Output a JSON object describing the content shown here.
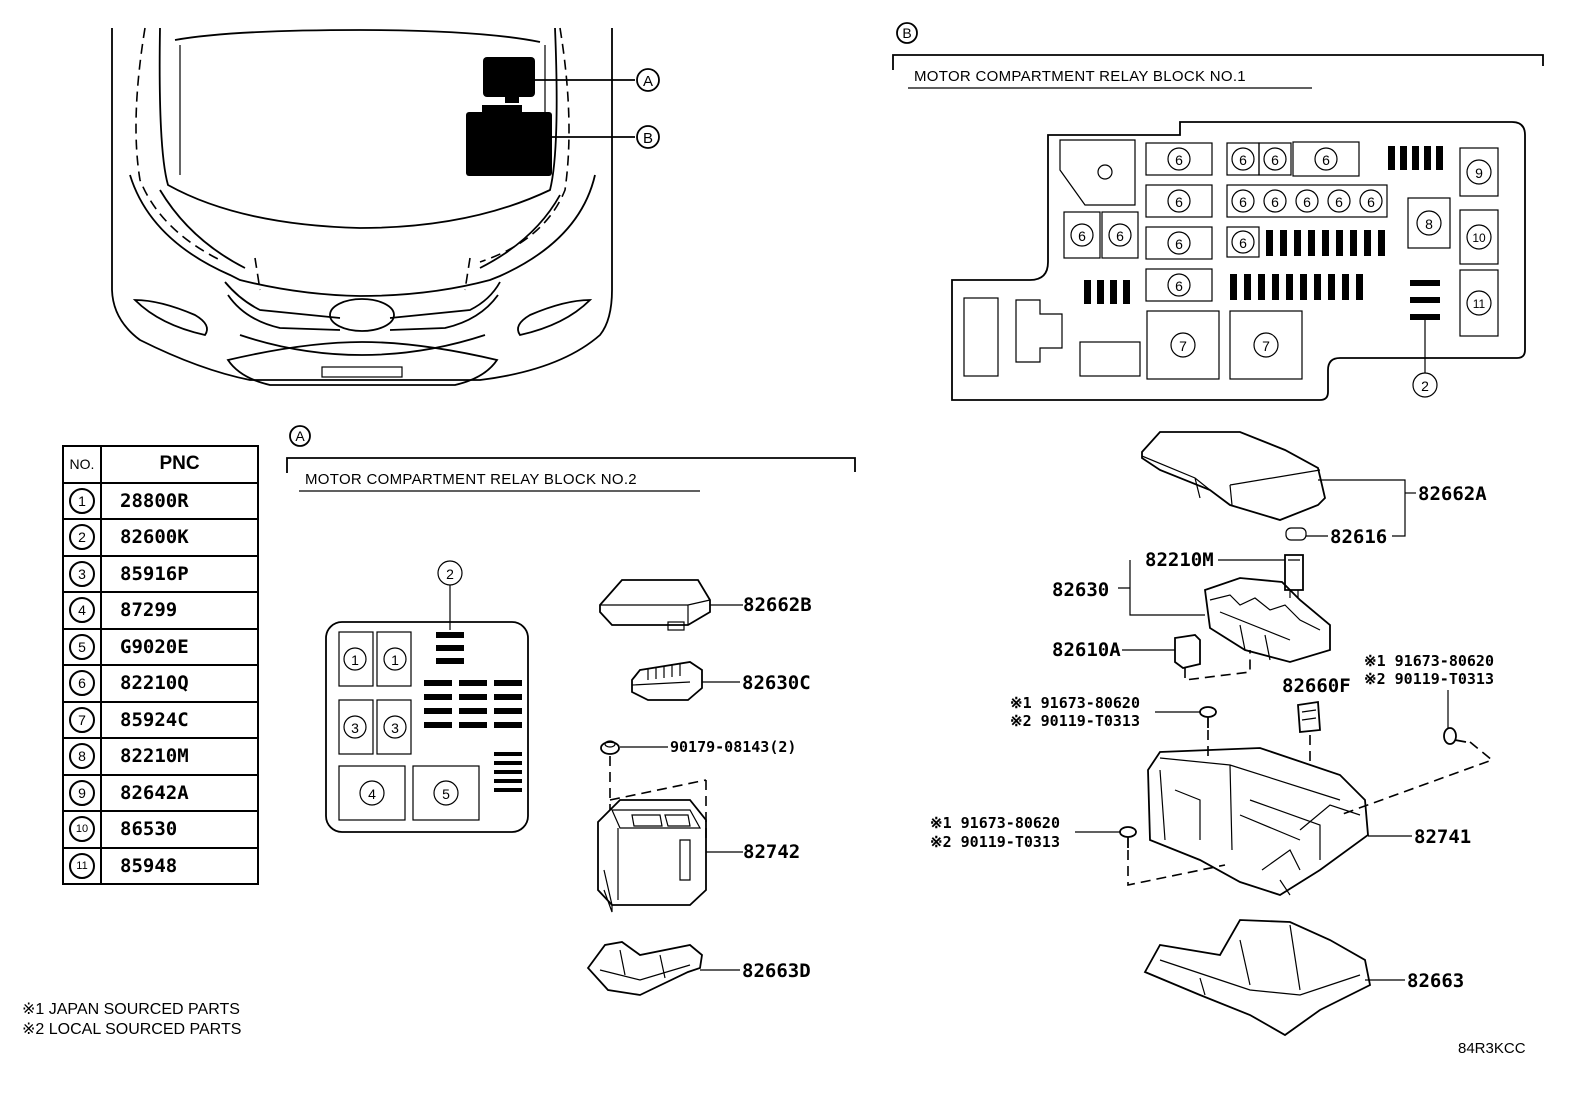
{
  "callouts": {
    "a": "A",
    "b": "B"
  },
  "blocks": {
    "no1_title": "MOTOR COMPARTMENT RELAY BLOCK  NO.1",
    "no2_title": "MOTOR COMPARTMENT RELAY BLOCK  NO.2"
  },
  "legend": {
    "col_no": "NO.",
    "col_pnc": "PNC",
    "rows": [
      {
        "no": "1",
        "pnc": "28800R"
      },
      {
        "no": "2",
        "pnc": "82600K"
      },
      {
        "no": "3",
        "pnc": "85916P"
      },
      {
        "no": "4",
        "pnc": "87299"
      },
      {
        "no": "5",
        "pnc": "G9020E"
      },
      {
        "no": "6",
        "pnc": "82210Q"
      },
      {
        "no": "7",
        "pnc": "85924C"
      },
      {
        "no": "8",
        "pnc": "82210M"
      },
      {
        "no": "9",
        "pnc": "82642A"
      },
      {
        "no": "10",
        "pnc": "86530"
      },
      {
        "no": "11",
        "pnc": "85948"
      }
    ]
  },
  "labels_no2": {
    "cover": "82662B",
    "connector": "82630C",
    "nut": "90179-08143(2)",
    "box": "82742",
    "lower": "82663D",
    "marker": "2"
  },
  "labels_no1": {
    "cover": "82662A",
    "clip": "82616",
    "relay_top": "82210M",
    "block": "82630",
    "relay_left": "82610A",
    "relay_mid": "82660F",
    "body": "82741",
    "bottom": "82663",
    "bolt_a1": "※1 91673-80620",
    "bolt_a2": "※2 90119-T0313",
    "bolt_b1": "※1 91673-80620",
    "bolt_b2": "※2 90119-T0313",
    "bolt_c1": "※1 91673-80620",
    "bolt_c2": "※2 90119-T0313"
  },
  "markers_no1": {
    "m2": "2",
    "m6": "6",
    "m7": "7",
    "m8": "8",
    "m9": "9",
    "m10": "10",
    "m11": "11"
  },
  "markers_no2": {
    "m1": "1",
    "m3": "3",
    "m4": "4",
    "m5": "5"
  },
  "footnotes": {
    "note1": "※1 JAPAN SOURCED PARTS",
    "note2": "※2 LOCAL SOURCED PARTS"
  },
  "diagram_code": "84R3KCC"
}
